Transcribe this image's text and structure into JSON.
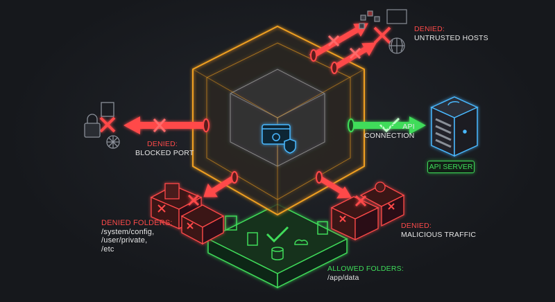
{
  "labels": {
    "blocked_port": {
      "status": "DENIED:",
      "text": "BLOCKED PORT"
    },
    "untrusted_hosts": {
      "status": "DENIED:",
      "text": "UNTRUSTED HOSTS"
    },
    "api_connection": {
      "status": "ALLOWED",
      "text1": " API",
      "text2": "CONNECTION"
    },
    "api_server": "API SERVER",
    "denied_folders": {
      "status": "DENIED FOLDERS:",
      "paths": [
        "/system/config,",
        "/user/private,",
        "/etc"
      ]
    },
    "malicious_traffic": {
      "status": "DENIED:",
      "text": "MALICIOUS TRAFFIC"
    },
    "allowed_folders": {
      "status": "ALLOWED FOLDERS:",
      "path": "/app/data"
    }
  },
  "colors": {
    "sandbox": "#f0a020",
    "denied": "#ff4a4a",
    "allowed": "#3fdc5a",
    "server": "#4ab8ff",
    "background": "#16181c"
  }
}
